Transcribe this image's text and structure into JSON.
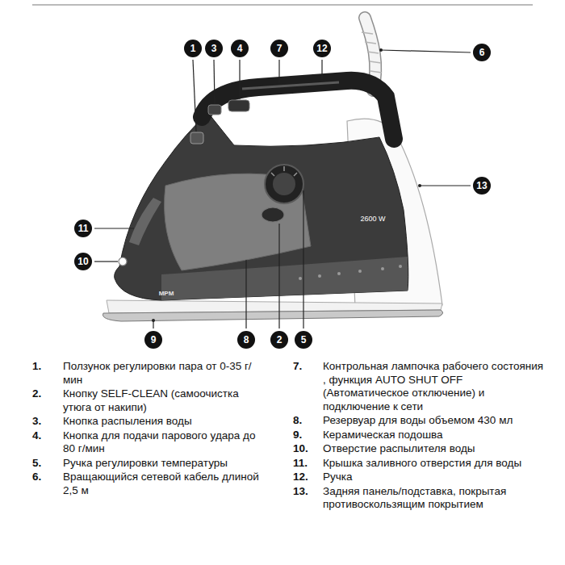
{
  "diagram": {
    "nodes": [
      {
        "text": [
          "1"
        ]
      },
      {
        "text": [
          "3"
        ]
      },
      {
        "text": [
          "4"
        ]
      },
      {
        "text": [
          "7"
        ]
      },
      {
        "text": [
          "12"
        ]
      },
      {
        "text": [
          "6"
        ]
      },
      {
        "text": [
          "13"
        ]
      },
      {
        "text": [
          "11"
        ]
      },
      {
        "text": [
          "10"
        ]
      },
      {
        "text": [
          "9"
        ]
      },
      {
        "text": [
          "8"
        ]
      },
      {
        "text": [
          "2"
        ]
      },
      {
        "text": [
          "5"
        ]
      }
    ],
    "labels": [
      "1.",
      "Ползунок регулировки пара от 0-35 г/мин",
      "2.",
      "Кнопку SELF-CLEAN (самоочистка утюга от накипи)",
      "3.",
      "Кнопка распыления воды",
      "4.",
      "Кнопка для подачи парового удара до 80 г/мин",
      "5.",
      "Ручка регулировки температуры",
      "6.",
      "Вращающийся сетевой кабель длиной 2,5 м",
      "7.",
      "Контрольная лампочка рабочего состояния , функция AUTO SHUT OFF (Автоматическое отключение) и подключение к сети",
      "8.",
      "Резервуар для воды объемом 430 мл",
      "9.",
      "Керамическая подошва",
      "10.",
      "Отверстие распылителя воды",
      "11.",
      "Крышка заливного отверстия для воды",
      "12.",
      "Ручка",
      "13.",
      "Задняя панель/подставка, покрытая противоскользящим покрытием",
      "MPM",
      "2600 W"
    ]
  }
}
